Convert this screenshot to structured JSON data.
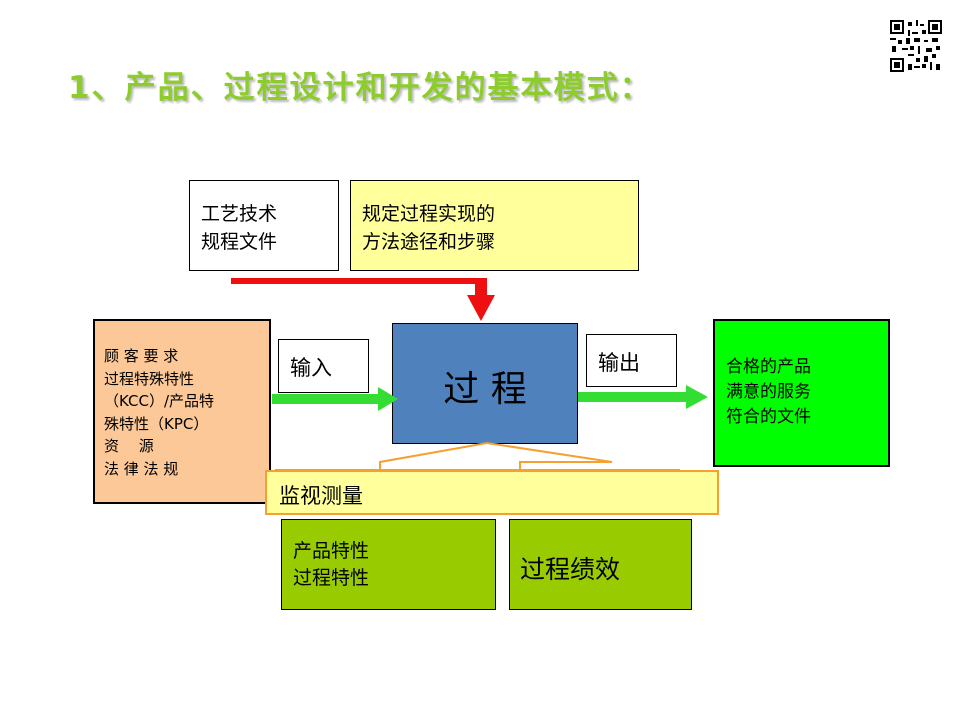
{
  "title": "1、产品、过程设计和开发的基本模式：",
  "boxes": {
    "process_docs": {
      "lines": [
        "工艺技术",
        "规程文件"
      ]
    },
    "process_methods": {
      "lines": [
        "规定过程实现的",
        "方法途径和步骤"
      ]
    },
    "customer_requirements": {
      "lines": [
        "顾 客 要 求",
        "过程特殊特性",
        "（KCC）/产品特",
        "殊特性（KPC）",
        "资　 源",
        "法 律 法 规"
      ]
    },
    "input_label": "输入",
    "process": "过 程",
    "output_label": "输出",
    "outputs": {
      "lines": [
        "合格的产品",
        "满意的服务",
        "符合的文件"
      ]
    },
    "monitoring": "监视测量",
    "characteristics": {
      "lines": [
        "产品特性",
        "过程特性"
      ]
    },
    "performance": "过程绩效"
  },
  "colors": {
    "title": "#8ccc2c",
    "process_fill": "#4f81bd",
    "yellow_fill": "#ffff9c",
    "customer_fill": "#fcc897",
    "outputs_fill": "#00ff00",
    "bottom_fill": "#99cc00",
    "red_arrow": "#ee1010",
    "green_arrow": "#33dd33",
    "orange_arrow": "#f5a030"
  }
}
